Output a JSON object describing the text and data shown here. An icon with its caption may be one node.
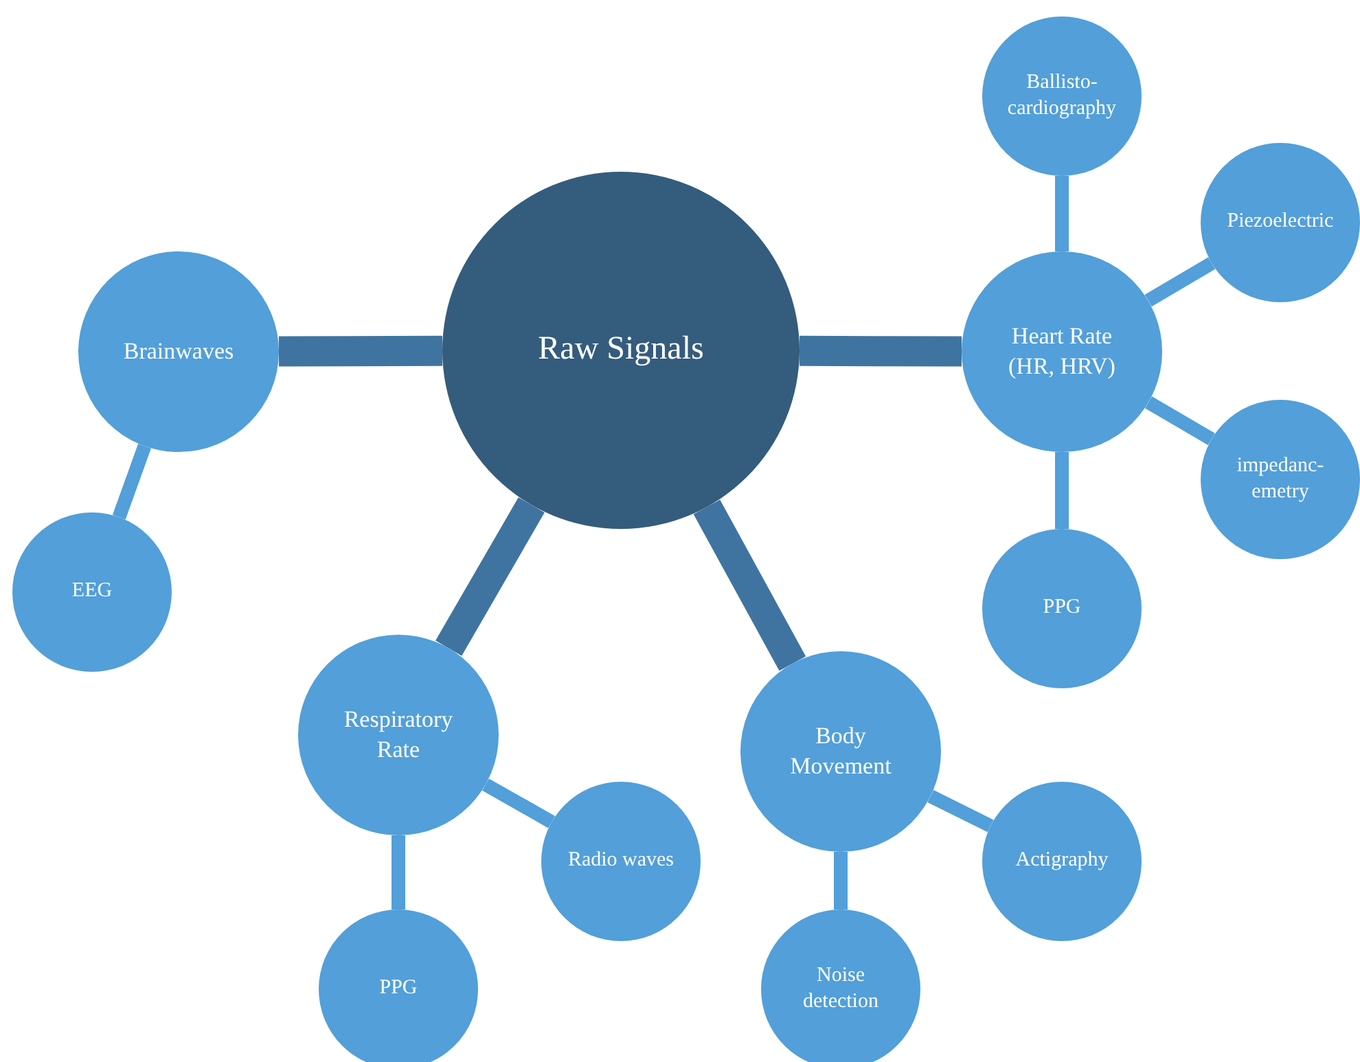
{
  "diagram": {
    "nodes": [
      {
        "text": [
          "Raw Signals"
        ]
      },
      {
        "text": [
          "Brainwaves"
        ]
      },
      {
        "text": [
          "EEG"
        ]
      },
      {
        "text": [
          "Heart Rate (HR, HRV)"
        ]
      },
      {
        "text": [
          "Ballisto-cardiography"
        ]
      },
      {
        "text": [
          "Piezoelectric"
        ]
      },
      {
        "text": [
          "impedanc-emetry"
        ]
      },
      {
        "text": [
          "PPG"
        ]
      },
      {
        "text": [
          "Respiratory Rate"
        ]
      },
      {
        "text": [
          "Radio waves"
        ]
      },
      {
        "text": [
          "PPG"
        ]
      },
      {
        "text": [
          "Body Movement"
        ]
      },
      {
        "text": [
          "Actigraphy"
        ]
      },
      {
        "text": [
          "Noise detection"
        ]
      }
    ],
    "edges": [
      {
        "from": 0,
        "to": 1,
        "arrow": "none",
        "style": "thick",
        "color": "#3f74a0"
      },
      {
        "from": 1,
        "to": 2,
        "arrow": "none"
      },
      {
        "from": 0,
        "to": 3,
        "arrow": "none",
        "style": "thick",
        "color": "#3f74a0"
      },
      {
        "from": 3,
        "to": 4,
        "arrow": "none"
      },
      {
        "from": 3,
        "to": 5,
        "arrow": "none"
      },
      {
        "from": 3,
        "to": 6,
        "arrow": "none"
      },
      {
        "from": 3,
        "to": 7,
        "arrow": "none"
      },
      {
        "from": 0,
        "to": 8,
        "arrow": "none",
        "style": "thick",
        "color": "#3f74a0"
      },
      {
        "from": 8,
        "to": 9,
        "arrow": "none"
      },
      {
        "from": 8,
        "to": 10,
        "arrow": "none"
      },
      {
        "from": 0,
        "to": 11,
        "arrow": "none",
        "style": "thick",
        "color": "#3f74a0"
      },
      {
        "from": 11,
        "to": 12,
        "arrow": "none"
      },
      {
        "from": 11,
        "to": 13,
        "arrow": "none"
      }
    ]
  }
}
